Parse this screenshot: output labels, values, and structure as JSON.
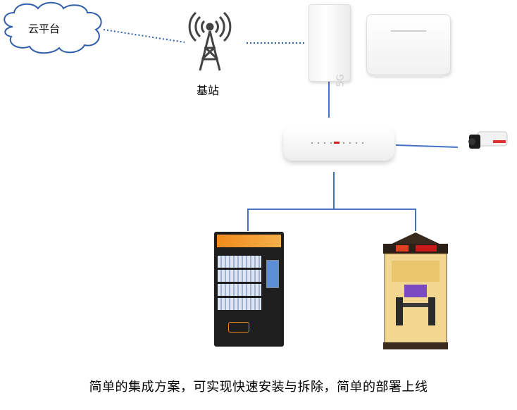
{
  "diagram": {
    "cloud_label": "云平台",
    "tower_label": "基站",
    "device_5g_tag": "5G",
    "caption": "简单的集成方案，可实现快速安装与拆除，简单的部署上线"
  },
  "colors": {
    "dotted_link": "#2f5fa8",
    "solid_link": "#4472c4",
    "tower": "#444444",
    "cloud_stroke": "#2f5fa8"
  },
  "icons": {
    "cloud": "cloud-shape",
    "tower": "radio-tower-icon",
    "camera": "bullet-camera",
    "vending": "vending-machine",
    "booth": "karaoke-booth"
  }
}
